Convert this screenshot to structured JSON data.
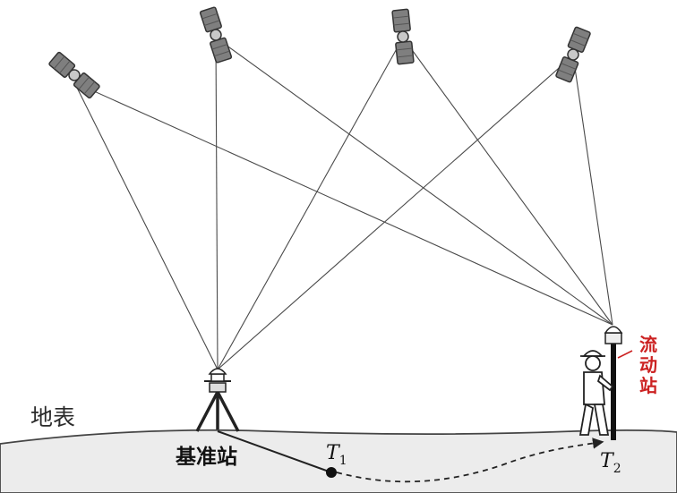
{
  "labels": {
    "ground": "地表",
    "base_station": "基准站",
    "rover": "流动站",
    "t1_main": "T",
    "t1_sub": "1",
    "t2_main": "T",
    "t2_sub": "2"
  },
  "colors": {
    "line": "#4a4a4a",
    "satellite_panel": "#7f7f7f",
    "ground_fill": "#ececec",
    "rover_label": "#cc2222"
  },
  "icons": {
    "satellite": "satellite-icon",
    "base_antenna": "gnss-antenna-icon",
    "tripod": "tripod-icon",
    "surveyor": "surveyor-icon",
    "rover_antenna": "gnss-antenna-icon"
  }
}
